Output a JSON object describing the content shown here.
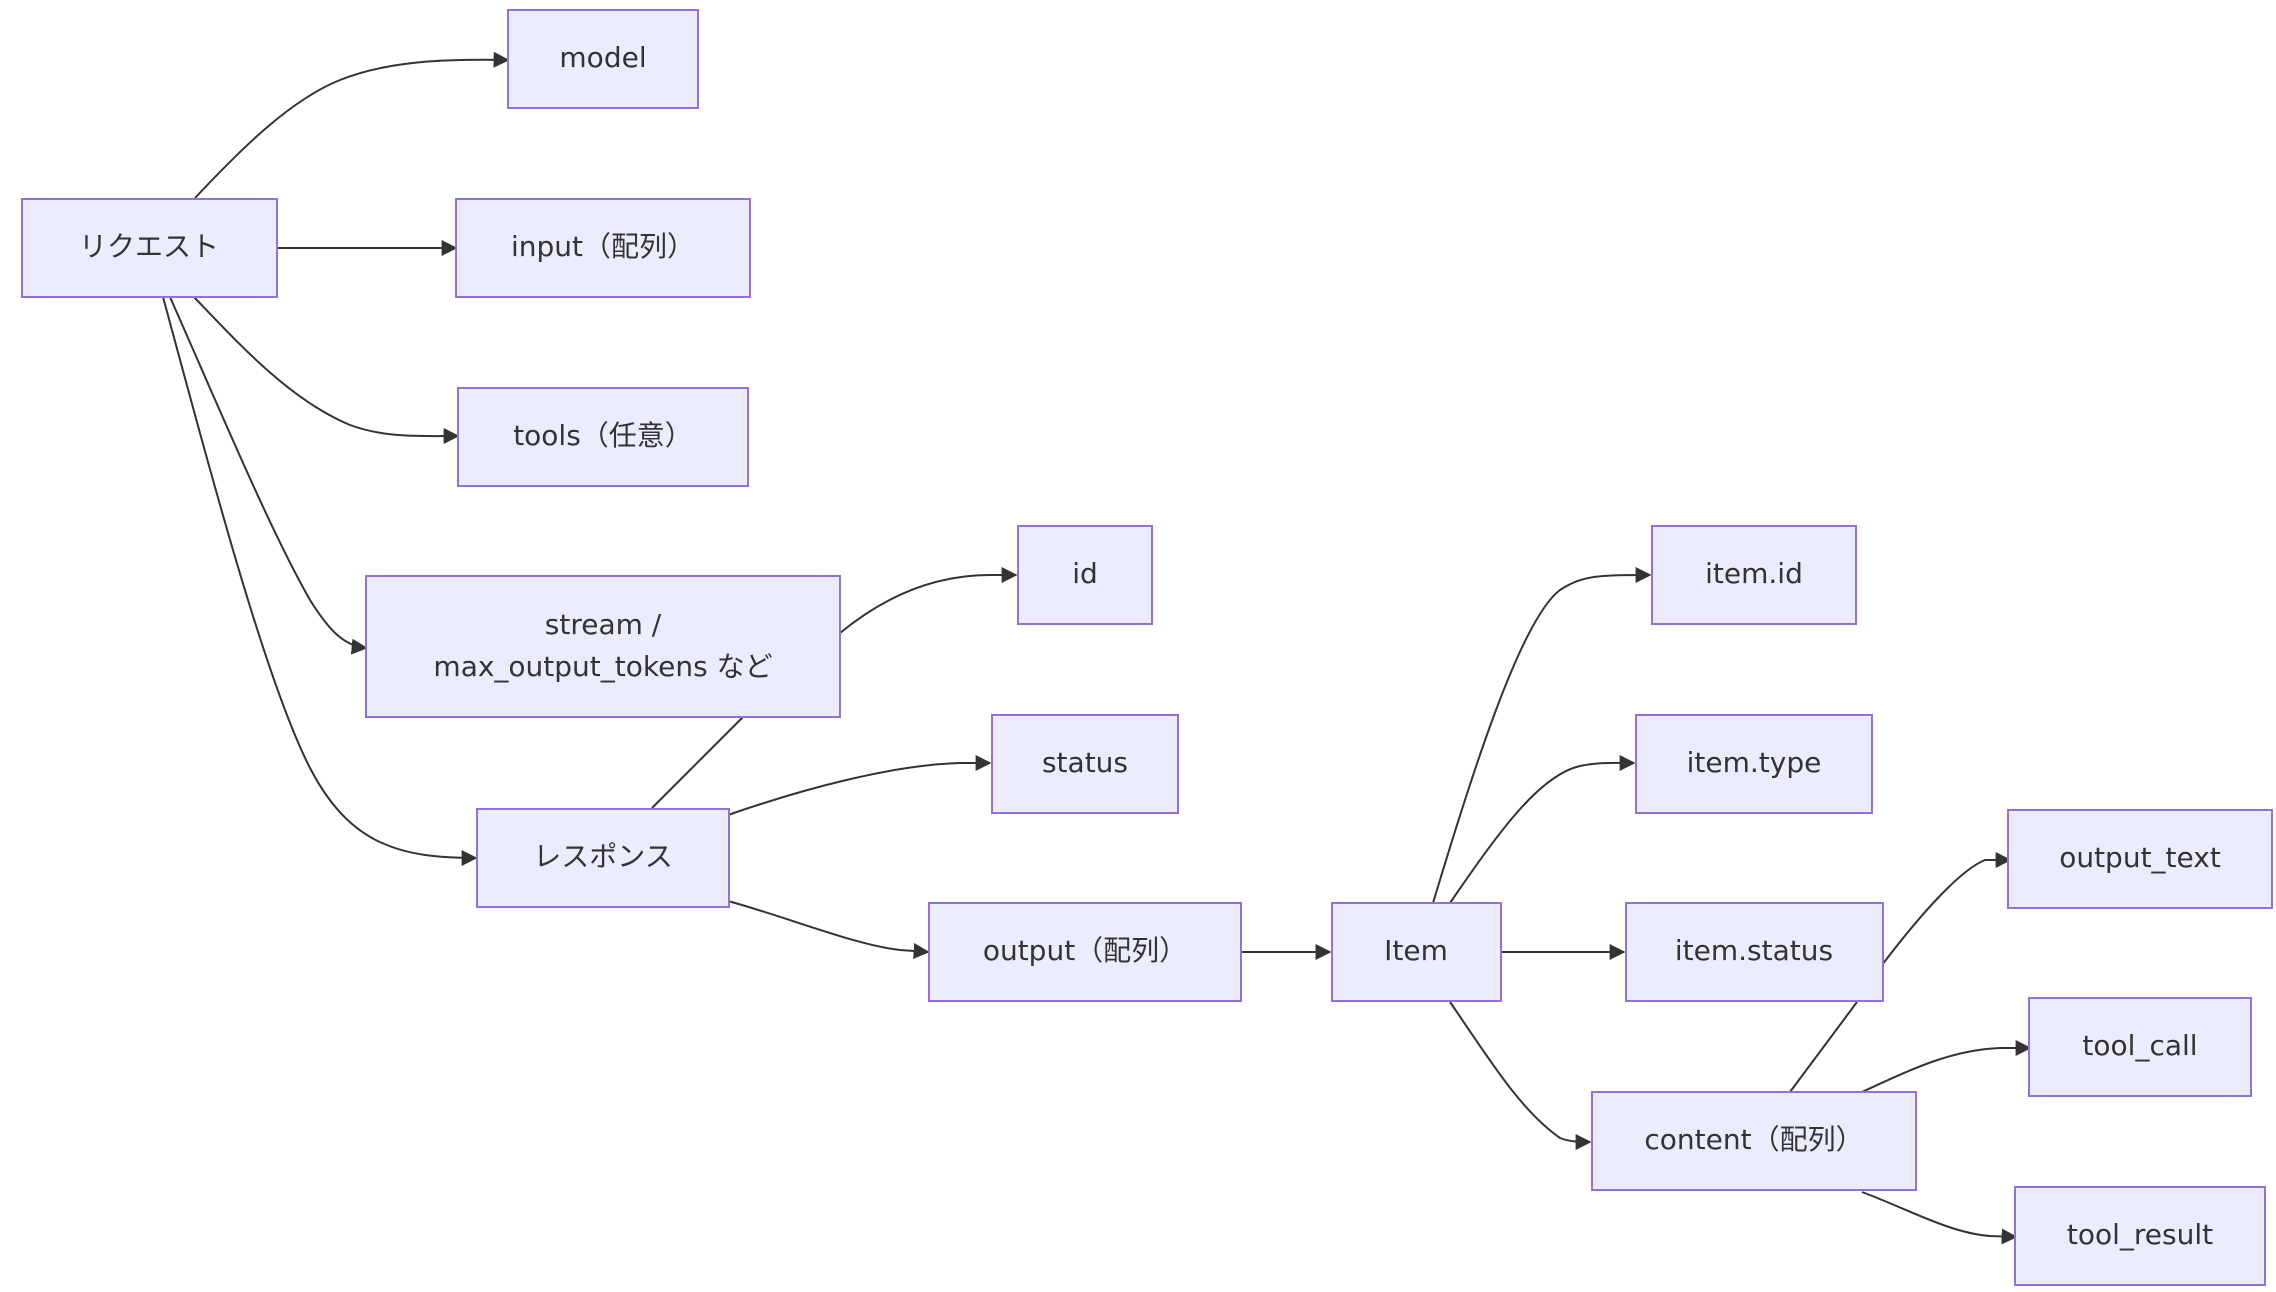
{
  "nodes": {
    "request": {
      "label": "リクエスト"
    },
    "model": {
      "label": "model"
    },
    "input": {
      "label": "input（配列）"
    },
    "tools": {
      "label": "tools（任意）"
    },
    "stream": {
      "label_line1": "stream /",
      "label_line2": "max_output_tokens など"
    },
    "response": {
      "label": "レスポンス"
    },
    "id": {
      "label": "id"
    },
    "status": {
      "label": "status"
    },
    "output": {
      "label": "output（配列）"
    },
    "item": {
      "label": "Item"
    },
    "item_id": {
      "label": "item.id"
    },
    "item_type": {
      "label": "item.type"
    },
    "item_status": {
      "label": "item.status"
    },
    "content": {
      "label": "content（配列）"
    },
    "output_text": {
      "label": "output_text"
    },
    "tool_call": {
      "label": "tool_call"
    },
    "tool_result": {
      "label": "tool_result"
    }
  },
  "colors": {
    "node_fill": "#ececff",
    "node_stroke": "#9370db",
    "edge": "#333333",
    "text": "#333333"
  }
}
